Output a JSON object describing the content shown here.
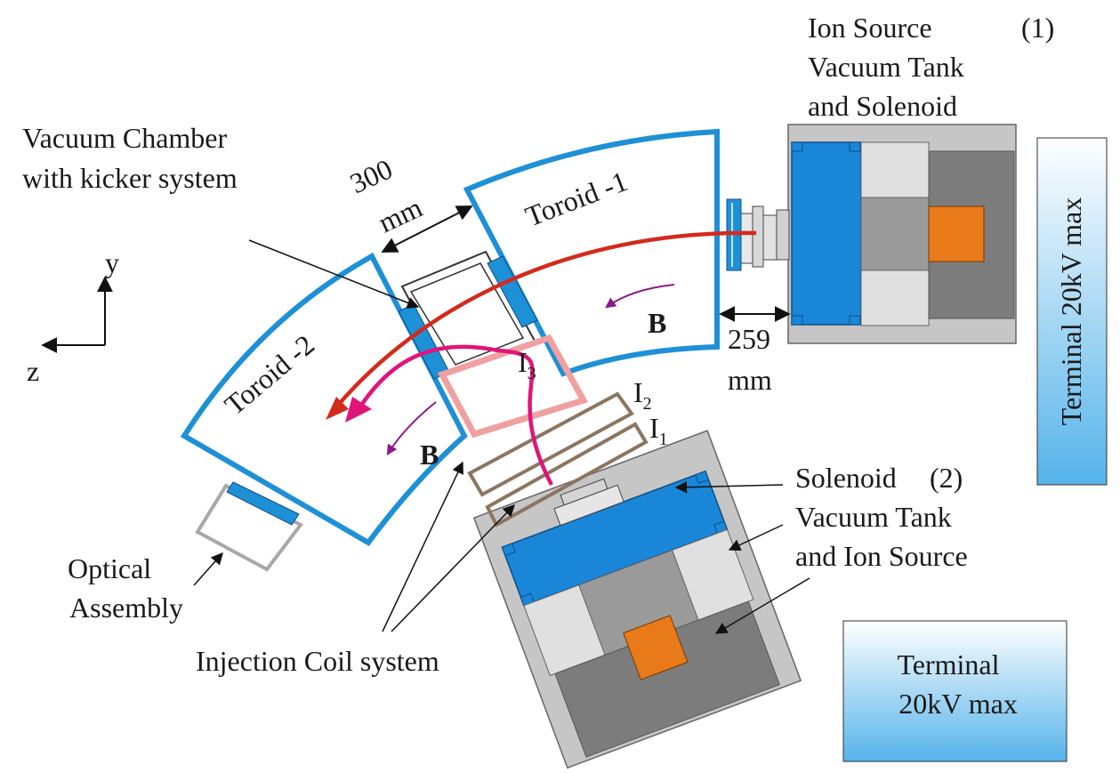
{
  "labels": {
    "ion_source_1": [
      "Ion Source",
      "Vacuum Tank",
      "and Solenoid"
    ],
    "num_1": "(1)",
    "vacuum_chamber": [
      "Vacuum Chamber",
      "with kicker system"
    ],
    "dim_300": [
      "300",
      "mm"
    ],
    "toroid_1": "Toroid -1",
    "toroid_2": "Toroid -2",
    "b_field_1": "B",
    "b_field_2": "B",
    "axis_y": "y",
    "axis_z": "z",
    "dim_259": [
      "259",
      "mm"
    ],
    "i3": "I",
    "i3_sub": "3",
    "i2": "I",
    "i2_sub": "2",
    "i1": "I",
    "i1_sub": "1",
    "solenoid_2": [
      "Solenoid",
      "Vacuum Tank",
      "and Ion Source"
    ],
    "num_2": "(2)",
    "optical_assembly": [
      "Optical",
      "Assembly"
    ],
    "injection_coil": "Injection Coil system",
    "terminal_1": "Terminal 20kV max",
    "terminal_2": [
      "Terminal",
      "20kV max"
    ]
  },
  "colors": {
    "toroid_blue": "#1e90d6",
    "solenoid_blue": "#1a86d8",
    "orange": "#e87a1a",
    "beam_red": "#d42a1c",
    "beam_magenta": "#e0157a",
    "b_arrow_purple": "#8a1a8a",
    "coil_brown": "#8c7560",
    "pink": "#f0a0a0",
    "gray_light": "#c8c8c8",
    "gray_mid": "#9a9a9a",
    "gray_dark": "#7a7a7a",
    "terminal_top": "#ffffff",
    "terminal_bottom": "#5ab6ec"
  }
}
